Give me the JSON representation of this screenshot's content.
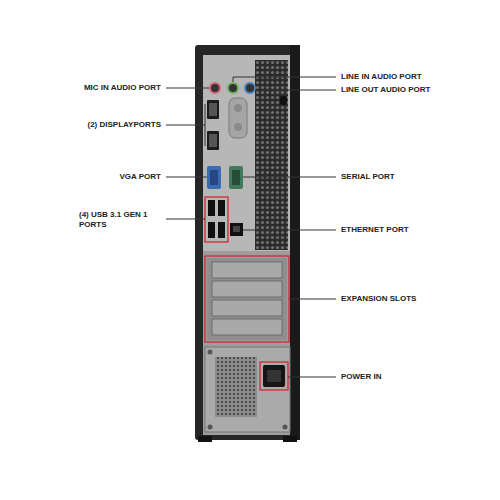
{
  "diagram": {
    "labels": [
      "MIC IN AUDIO PORT",
      "LINE IN AUDIO PORT",
      "LINE OUT AUDIO PORT",
      "(2) DISPLAYPORTS",
      "VGA PORT",
      "SERIAL PORT",
      "(4) USB 3.1 GEN 1 PORTS",
      "ETHERNET PORT",
      "EXPANSION SLOTS",
      "POWER IN"
    ]
  }
}
